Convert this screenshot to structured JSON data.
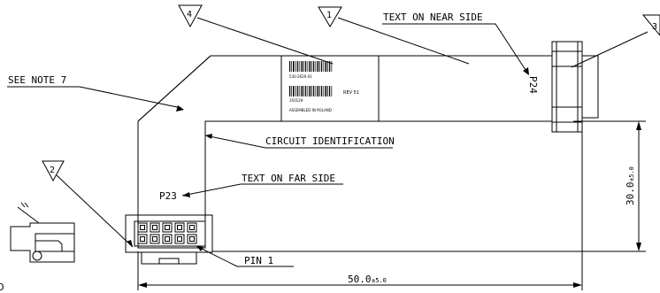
{
  "callouts": {
    "c1": "1",
    "c2": "2",
    "c3": "3",
    "c4": "4"
  },
  "labels": {
    "text_near_side": "TEXT ON NEAR SIDE",
    "see_note": "SEE NOTE 7",
    "circuit_identification": "CIRCUIT IDENTIFICATION",
    "text_far_side": "TEXT ON FAR SIDE",
    "pin_1": "PIN 1",
    "p23": "P23",
    "p24": "P24",
    "edge_left": "D"
  },
  "label_block": {
    "part_number": "530-2626-01",
    "rev": "REV 51",
    "date_code": "350129",
    "assembled": "ASSEMBLED IN POLAND"
  },
  "dimensions": {
    "height_value": "30.0",
    "height_tol": "±5.0",
    "width_value": "50.0",
    "width_tol": "±5.0"
  }
}
